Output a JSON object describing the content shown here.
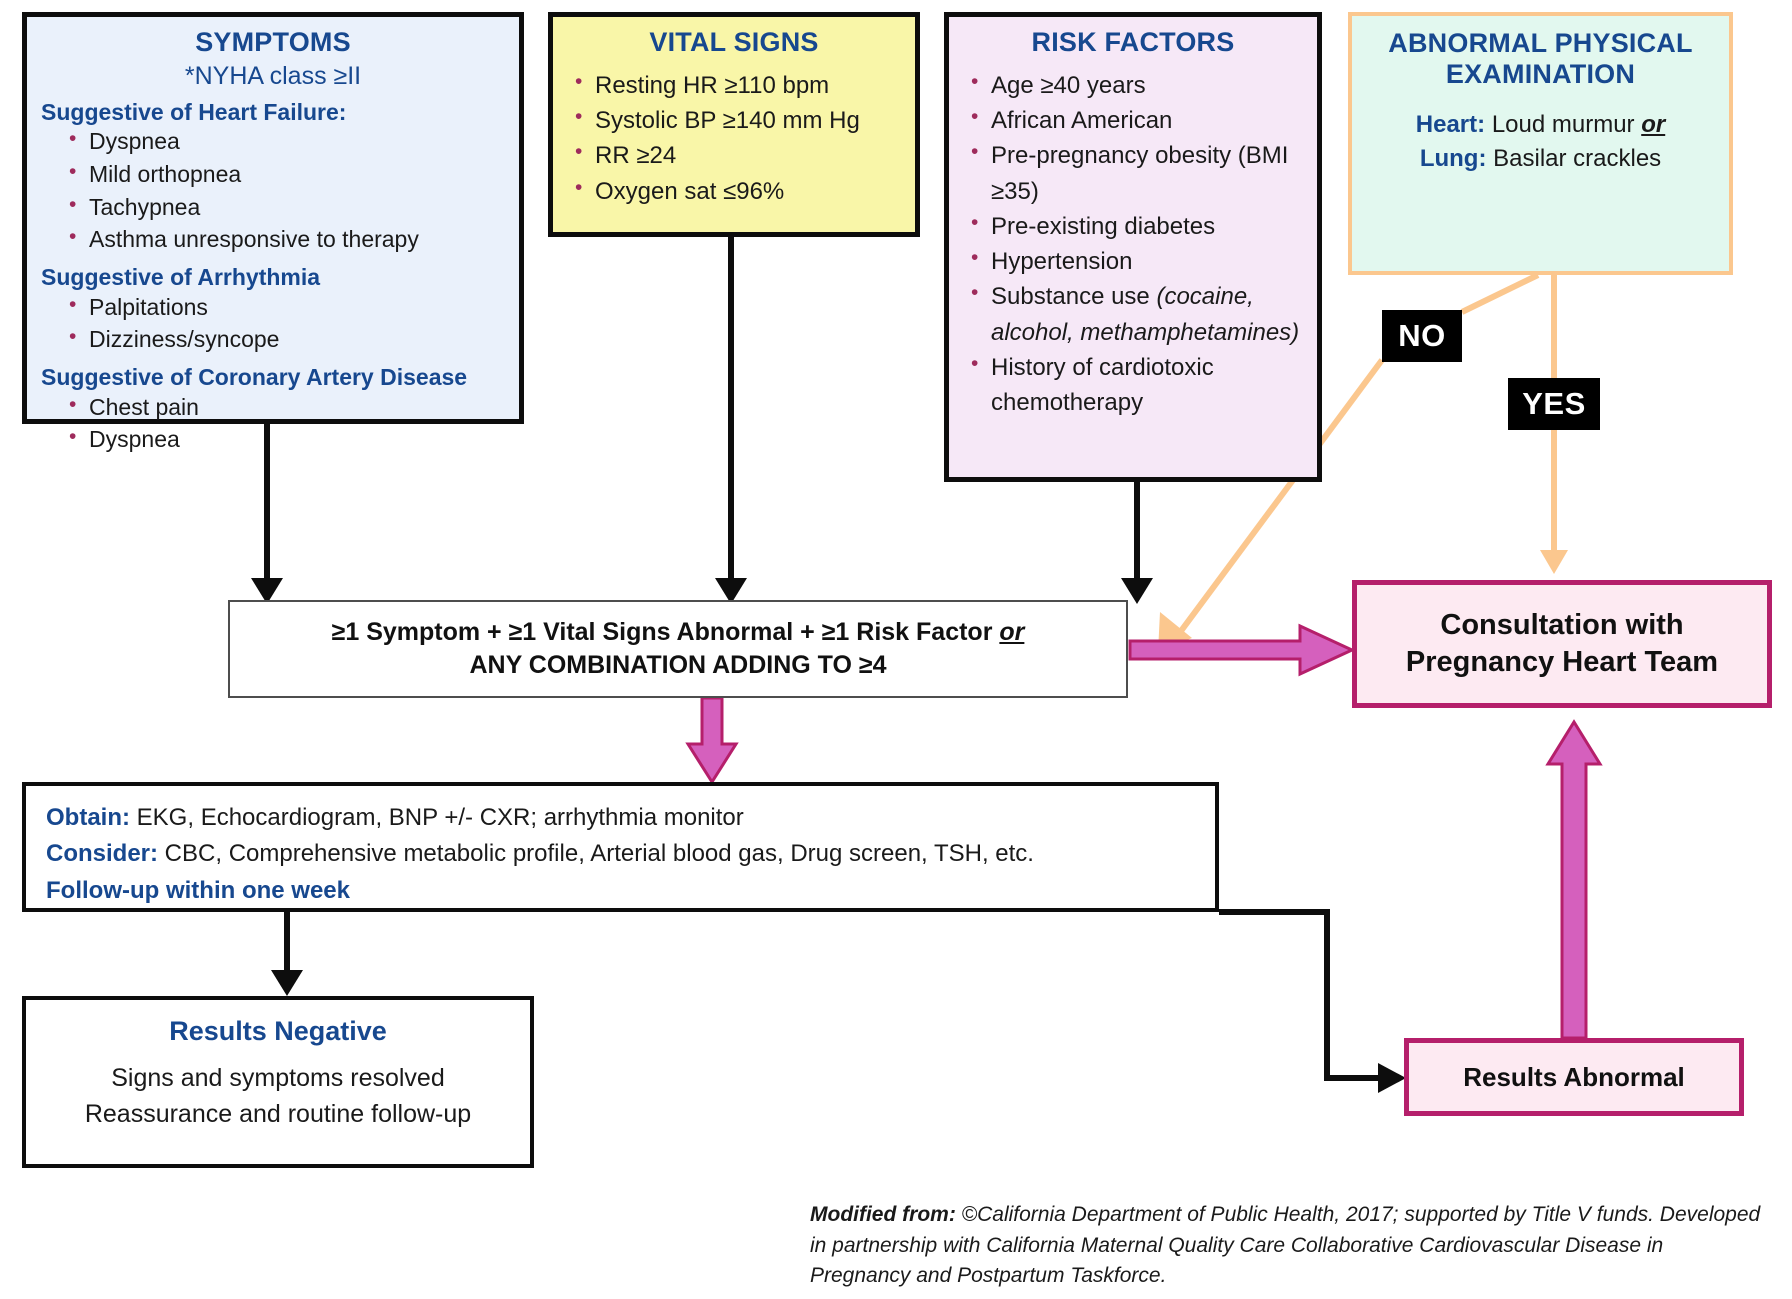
{
  "symptoms": {
    "title": "SYMPTOMS",
    "subtitle": "*NYHA class  ≥II",
    "groups": [
      {
        "head": "Suggestive of Heart Failure:",
        "items": [
          "Dyspnea",
          "Mild orthopnea",
          "Tachypnea",
          "Asthma unresponsive to therapy"
        ]
      },
      {
        "head": "Suggestive of Arrhythmia",
        "items": [
          "Palpitations",
          "Dizziness/syncope"
        ]
      },
      {
        "head": "Suggestive of Coronary Artery Disease",
        "items": [
          "Chest pain",
          "Dyspnea"
        ]
      }
    ]
  },
  "vitals": {
    "title": "VITAL SIGNS",
    "items": [
      "Resting HR ≥110 bpm",
      "Systolic BP ≥140 mm Hg",
      "RR ≥24",
      "Oxygen sat ≤96%"
    ]
  },
  "risk": {
    "title": "RISK FACTORS",
    "items": [
      {
        "text": "Age ≥40 years",
        "italic": ""
      },
      {
        "text": "African American",
        "italic": ""
      },
      {
        "text": "Pre-pregnancy obesity (BMI ≥35)",
        "italic": ""
      },
      {
        "text": "Pre-existing diabetes",
        "italic": ""
      },
      {
        "text": "Hypertension",
        "italic": ""
      },
      {
        "text": "Substance use ",
        "italic": "(cocaine, alcohol, methamphetamines)"
      },
      {
        "text": "History of cardiotoxic chemotherapy",
        "italic": ""
      }
    ]
  },
  "exam": {
    "title_line1": "ABNORMAL PHYSICAL",
    "title_line2": "EXAMINATION",
    "heart_label": "Heart:",
    "heart_value": "Loud murmur",
    "heart_or": "or",
    "lung_label": "Lung:",
    "lung_value": "Basilar crackles"
  },
  "combo": {
    "line1_a": "≥1 Symptom + ≥1 Vital Signs Abnormal + ≥1 Risk Factor ",
    "line1_or": "or",
    "line2": "ANY COMBINATION ADDING TO ≥4"
  },
  "obtain": {
    "obtain_label": "Obtain:",
    "obtain_text": " EKG, Echocardiogram, BNP +/- CXR; arrhythmia monitor",
    "consider_label": "Consider:",
    "consider_text": " CBC, Comprehensive metabolic profile, Arterial blood gas, Drug screen, TSH, etc.",
    "followup_label": "Follow-up within one week"
  },
  "results_negative": {
    "title": "Results Negative",
    "line1": "Signs and symptoms resolved",
    "line2": "Reassurance and routine follow-up"
  },
  "results_abnormal": {
    "label": "Results Abnormal"
  },
  "consultation": {
    "line1": "Consultation with",
    "line2": "Pregnancy Heart Team"
  },
  "decision_tags": {
    "no": "NO",
    "yes": "YES"
  },
  "footer": {
    "prefix": "Modified from:",
    "text": " ©California Department of Public Health, 2017; supported by Title V funds. Developed in partnership with California Maternal Quality Care Collaborative Cardiovascular Disease in Pregnancy and Postpartum Taskforce."
  },
  "colors": {
    "symptoms_bg": "#eaf1fb",
    "vitals_bg": "#f9f6a8",
    "risk_bg": "#f6e8f7",
    "exam_bg": "#e2f8ef",
    "exam_border": "#fbc78e",
    "heading_blue": "#17488f",
    "magenta": "#cc55b5",
    "magenta_border": "#b51f6b",
    "pink_bg": "#fdeaf2",
    "bullet": "#9e2b5c",
    "black": "#0d0d0d"
  }
}
